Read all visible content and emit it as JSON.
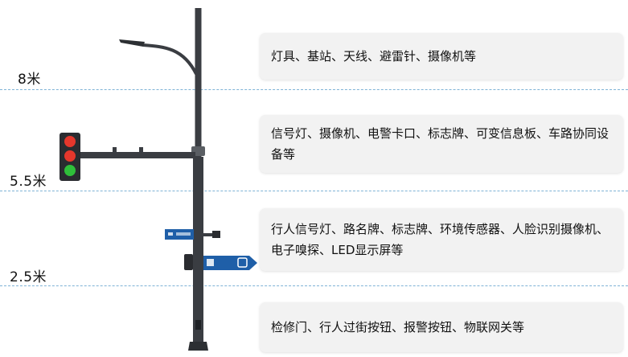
{
  "heights": {
    "h8": "8米",
    "h55": "5.5米",
    "h25": "2.5米"
  },
  "boxes": {
    "top": "灯具、基站、天线、避雷针、摄像机等",
    "upper_mid": "信号灯、摄像机、电警卡口、标志牌、可变信息板、车路协同设备等",
    "lower_mid": "行人信号灯、路名牌、标志牌、环境传感器、人脸识别摄像机、电子嗅探、LED显示屏等",
    "bottom": "检修门、行人过街按钮、报警按钮、物联网关等"
  },
  "colors": {
    "dash": "#7fb3d6",
    "box_bg": "#f2f2f2",
    "pole": "#3a3d42",
    "signal_red": "#e5372c",
    "signal_green": "#2fbf3a",
    "sign_blue": "#1f5fa8"
  }
}
